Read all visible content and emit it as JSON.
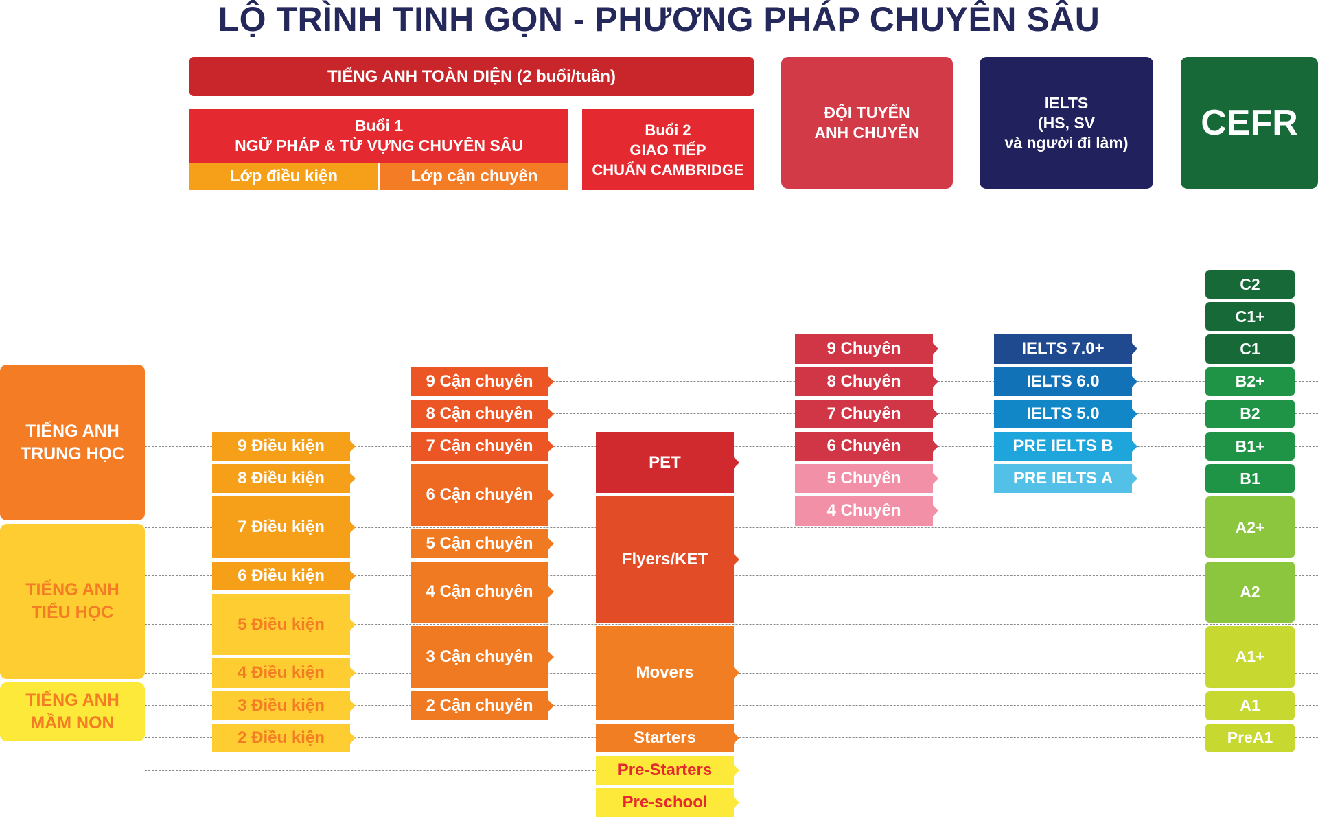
{
  "title": "LỘ TRÌNH TINH GỌN - PHƯƠNG PHÁP CHUYÊN SÂU",
  "colors": {
    "navy_title": "#25285a",
    "red_header": "#c8262a",
    "red_bright": "#e42a30",
    "orange_sub": "#f6a01a",
    "orange_sub_dark": "#f37c25",
    "doi_tuyen": "#d33a47",
    "ielts_header": "#21215e",
    "cefr_header": "#176a38"
  },
  "header": {
    "comprehensive": "TIẾNG ANH TOÀN DIỆN (2 buổi/tuần)",
    "session1": "Buổi 1\nNGỮ PHÁP & TỪ VỰNG CHUYÊN SÂU",
    "session1_sub_left": "Lớp điều kiện",
    "session1_sub_right": "Lớp cận chuyên",
    "session2": "Buổi 2\nGIAO TIẾP\nCHUẨN CAMBRIDGE",
    "doi_tuyen": "ĐỘI TUYỂN\nANH CHUYÊN",
    "ielts": "IELTS\n(HS, SV\nvà người đi làm)",
    "cefr": "CEFR"
  },
  "age_groups": [
    {
      "label": "TIẾNG ANH\nTRUNG HỌC",
      "color": "#f37c25"
    },
    {
      "label": "TIẾNG ANH\nTIỂU HỌC",
      "color": "#fdcd31"
    },
    {
      "label": "TIẾNG ANH\nMẦM NON",
      "color": "#fde93a"
    }
  ],
  "dieu_kien": [
    {
      "label": "9 Điều kiện",
      "color": "#f6a01a"
    },
    {
      "label": "8 Điều kiện",
      "color": "#f6a01a"
    },
    {
      "label": "7 Điều kiện",
      "color": "#f6a01a"
    },
    {
      "label": "6 Điều kiện",
      "color": "#f6a01a"
    },
    {
      "label": "5 Điều kiện",
      "color": "#fdcd31"
    },
    {
      "label": "4 Điều kiện",
      "color": "#fdcd31"
    },
    {
      "label": "3 Điều kiện",
      "color": "#fdcd31"
    },
    {
      "label": "2 Điều kiện",
      "color": "#fdcd31"
    }
  ],
  "can_chuyen": [
    {
      "label": "9 Cận chuyên",
      "color": "#ec5524"
    },
    {
      "label": "8 Cận chuyên",
      "color": "#ec5524"
    },
    {
      "label": "7 Cận chuyên",
      "color": "#ec5524"
    },
    {
      "label": "6 Cận chuyên",
      "color": "#ee6a22"
    },
    {
      "label": "5 Cận chuyên",
      "color": "#f07a22"
    },
    {
      "label": "4 Cận chuyên",
      "color": "#f07a22"
    },
    {
      "label": "3 Cận chuyên",
      "color": "#f07a22"
    },
    {
      "label": "2 Cận chuyên",
      "color": "#f07a22"
    }
  ],
  "cambridge": [
    {
      "label": "PET",
      "color": "#d02a2e"
    },
    {
      "label": "Flyers/KET",
      "color": "#e24c26"
    },
    {
      "label": "Movers",
      "color": "#f27e24"
    },
    {
      "label": "Starters",
      "color": "#f27e24"
    },
    {
      "label": "Pre-Starters",
      "color": "#fde93a"
    },
    {
      "label": "Pre-school",
      "color": "#fde93a"
    }
  ],
  "chuyen": [
    {
      "label": "9 Chuyên",
      "color": "#d13646"
    },
    {
      "label": "8 Chuyên",
      "color": "#d13646"
    },
    {
      "label": "7 Chuyên",
      "color": "#d13646"
    },
    {
      "label": "6 Chuyên",
      "color": "#d13646"
    },
    {
      "label": "5 Chuyên",
      "color": "#f290a7"
    },
    {
      "label": "4 Chuyên",
      "color": "#f290a7"
    }
  ],
  "ielts_levels": [
    {
      "label": "IELTS 7.0+",
      "color": "#1f4a8f"
    },
    {
      "label": "IELTS 6.0",
      "color": "#1272b8"
    },
    {
      "label": "IELTS 5.0",
      "color": "#1287c8"
    },
    {
      "label": "PRE IELTS B",
      "color": "#1ea6dc"
    },
    {
      "label": "PRE IELTS A",
      "color": "#53c0e8"
    }
  ],
  "cefr_levels": [
    {
      "label": "C2",
      "color": "#176a38"
    },
    {
      "label": "C1+",
      "color": "#176a38"
    },
    {
      "label": "C1",
      "color": "#176a38"
    },
    {
      "label": "B2+",
      "color": "#1f9447"
    },
    {
      "label": "B2",
      "color": "#1f9447"
    },
    {
      "label": "B1+",
      "color": "#1f9447"
    },
    {
      "label": "B1",
      "color": "#1f9447"
    },
    {
      "label": "A2+",
      "color": "#8cc63f"
    },
    {
      "label": "A2",
      "color": "#8cc63f"
    },
    {
      "label": "A1+",
      "color": "#c7d930"
    },
    {
      "label": "A1",
      "color": "#c7d930"
    },
    {
      "label": "PreA1",
      "color": "#c7d930"
    }
  ]
}
